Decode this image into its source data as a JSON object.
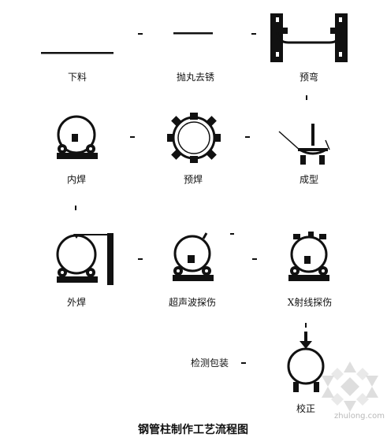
{
  "title": "钢管柱制作工艺流程图",
  "steps": {
    "cutting": "下料",
    "shot_blasting": "抛丸去锈",
    "pre_bending": "预弯",
    "forming": "成型",
    "tack_welding": "预焊",
    "inner_welding": "内焊",
    "outer_welding": "外焊",
    "ultrasonic_testing": "超声波探伤",
    "xray_testing": "X射线探伤",
    "straightening": "校正",
    "inspection_packing": "检测包装"
  },
  "watermark": {
    "text": "zhulong.com",
    "logo_icon": "snowflake-logo-icon"
  },
  "colors": {
    "ink": "#111111",
    "watermark": "#bdbdbd"
  }
}
